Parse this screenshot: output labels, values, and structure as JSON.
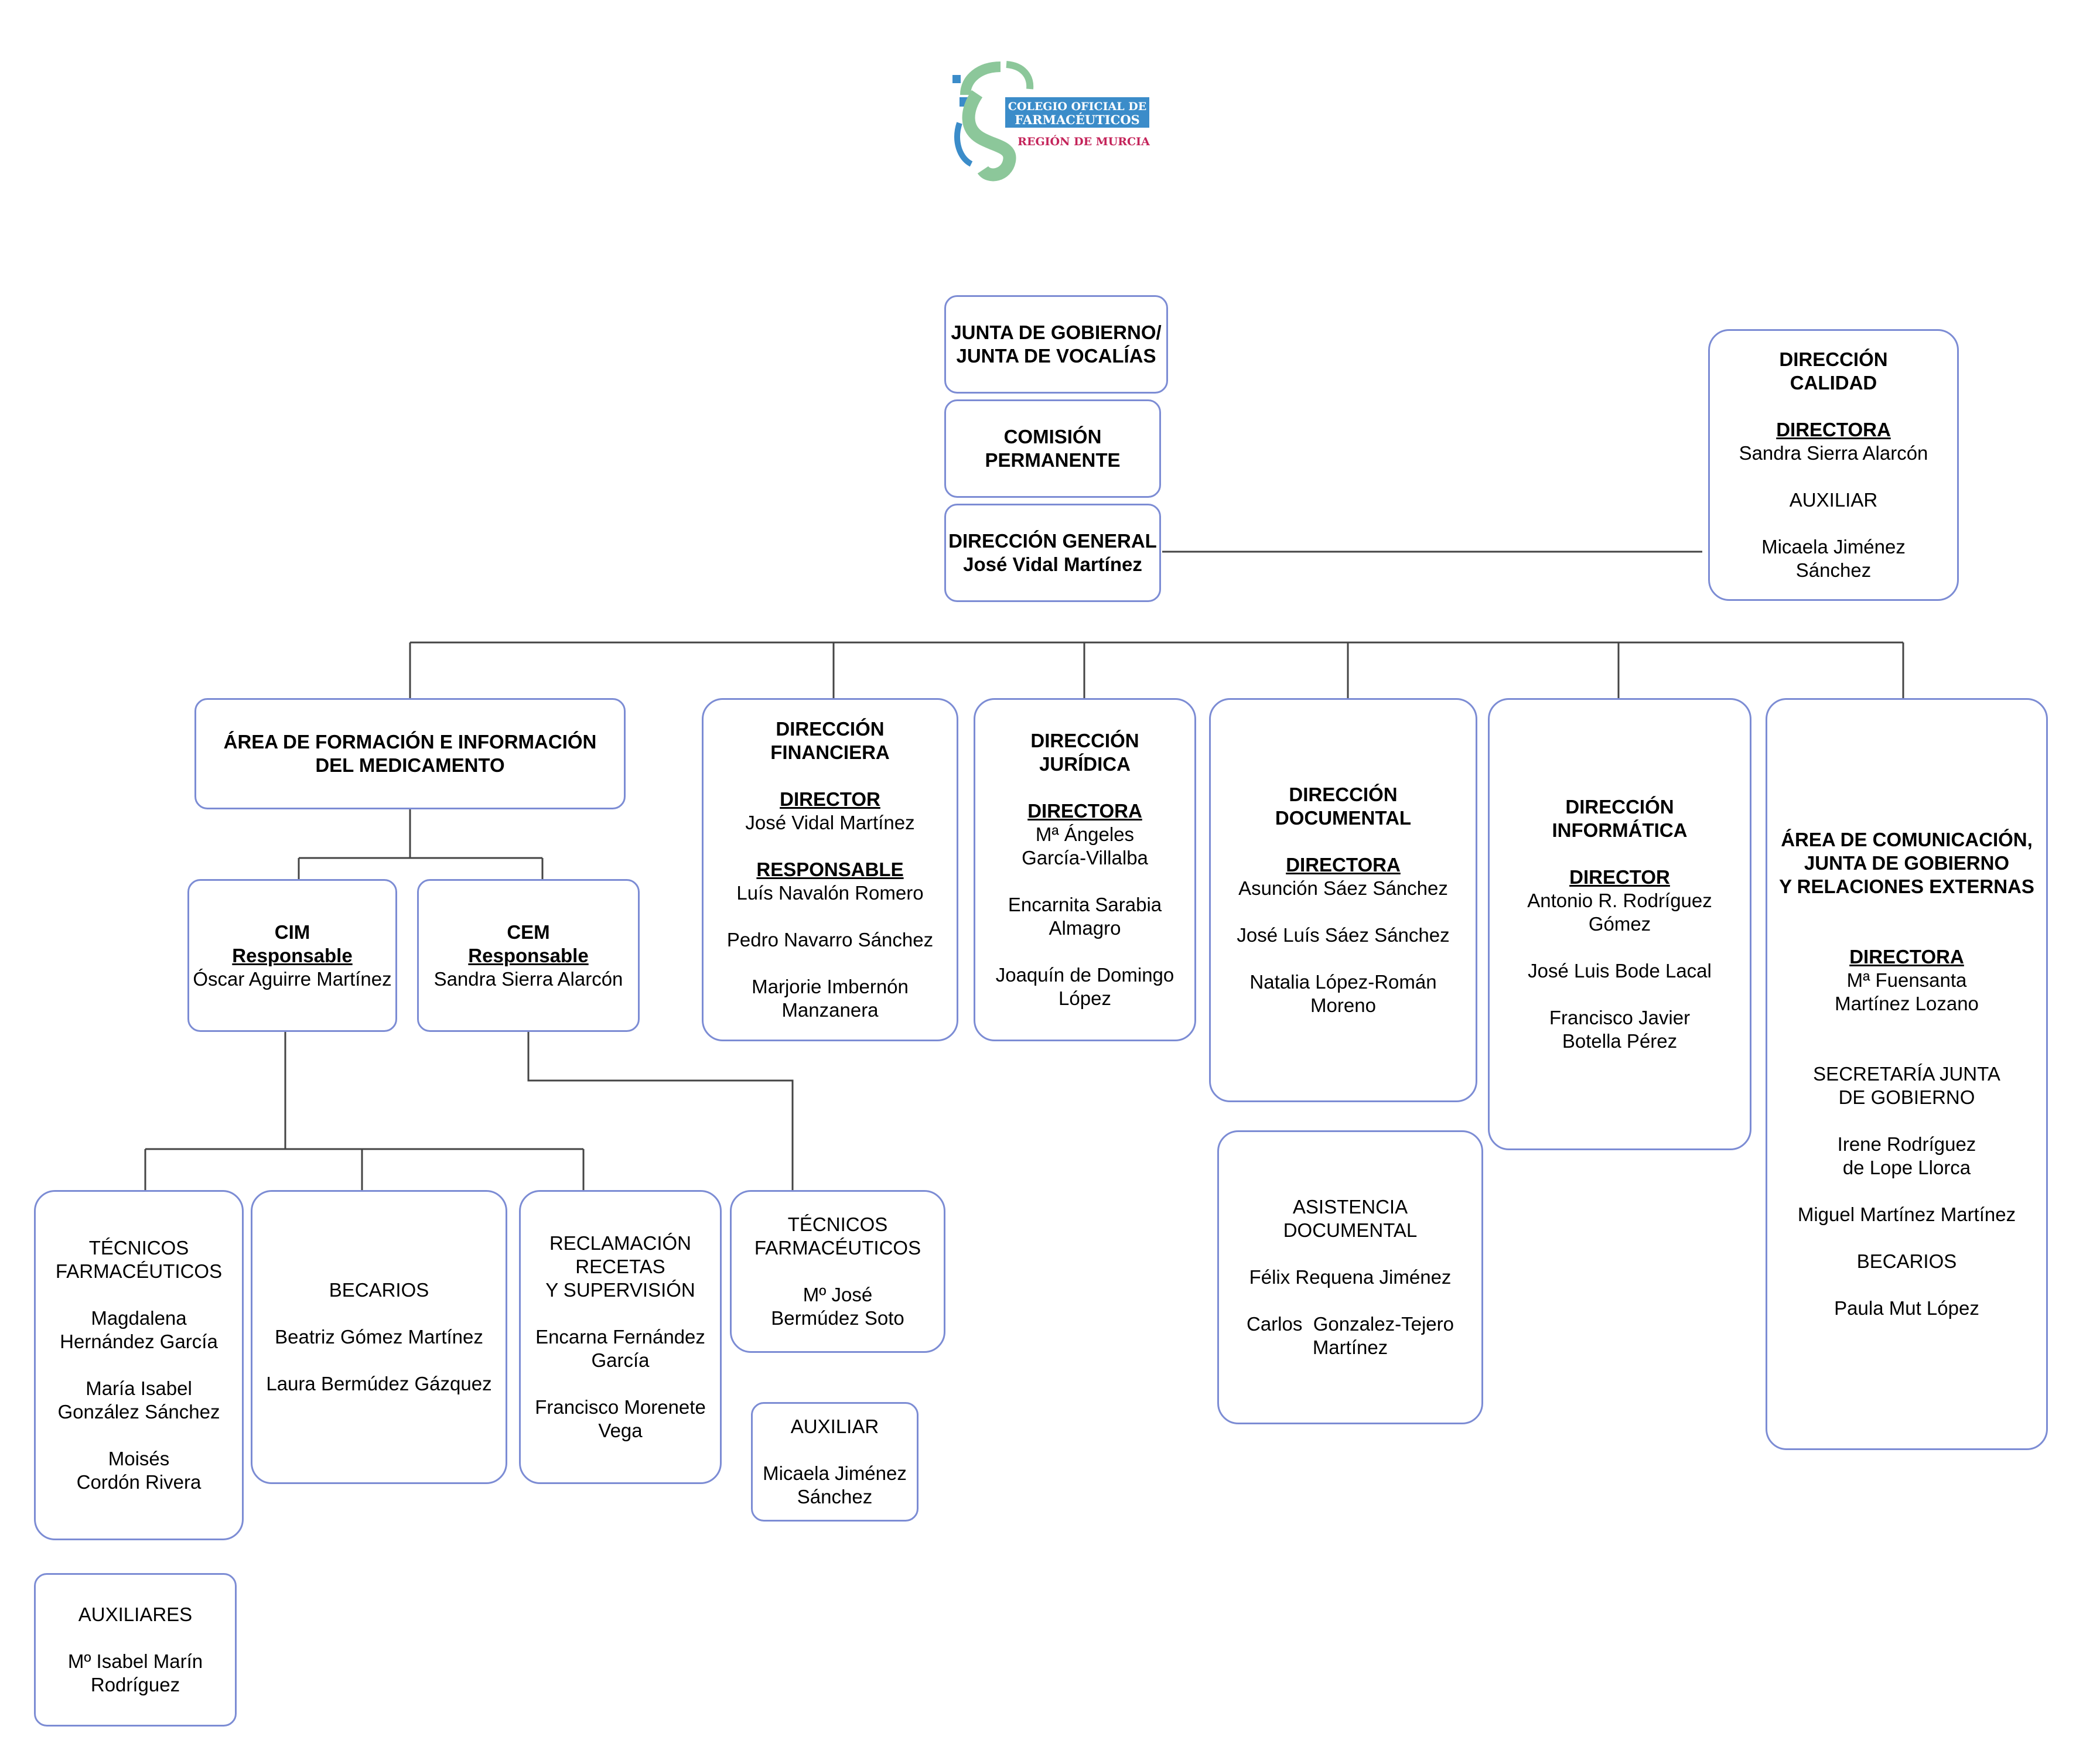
{
  "logo": {
    "line1": "COLEGIO OFICIAL DE",
    "line2": "FARMACÉUTICOS",
    "line3": "REGIÓN DE MURCIA",
    "colors": {
      "blue": "#3b8cc9",
      "green": "#8cc79a",
      "red": "#c4245a"
    }
  },
  "colors": {
    "border": "#7c8cd4",
    "connector": "#444444"
  },
  "nodes": {
    "junta": [
      {
        "t": "JUNTA DE GOBIERNO/",
        "s": "b"
      },
      {
        "t": "JUNTA DE VOCALÍAS",
        "s": "b"
      }
    ],
    "comision": [
      {
        "t": "COMISIÓN",
        "s": "b"
      },
      {
        "t": "PERMANENTE",
        "s": "b"
      }
    ],
    "direccion_general": [
      {
        "t": "DIRECCIÓN GENERAL",
        "s": "b"
      },
      {
        "t": "José Vidal Martínez",
        "s": "b"
      }
    ],
    "direccion_calidad": [
      {
        "t": "DIRECCIÓN",
        "s": "b"
      },
      {
        "t": "CALIDAD",
        "s": "b"
      },
      {
        "gap": true
      },
      {
        "t": "DIRECTORA",
        "s": "bu"
      },
      {
        "t": "Sandra Sierra Alarcón"
      },
      {
        "gap": true
      },
      {
        "t": "AUXILIAR"
      },
      {
        "gap": true
      },
      {
        "t": "Micaela Jiménez"
      },
      {
        "t": "Sánchez"
      }
    ],
    "area_formacion": [
      {
        "t": "ÁREA DE FORMACIÓN E INFORMACIÓN",
        "s": "b"
      },
      {
        "t": "DEL MEDICAMENTO",
        "s": "b"
      }
    ],
    "cim": [
      {
        "t": "CIM",
        "s": "b"
      },
      {
        "t": "Responsable",
        "s": "bu"
      },
      {
        "t": "Óscar Aguirre Martínez"
      }
    ],
    "cem": [
      {
        "t": "CEM",
        "s": "b"
      },
      {
        "t": "Responsable",
        "s": "bu"
      },
      {
        "t": "Sandra Sierra Alarcón"
      }
    ],
    "direccion_financiera": [
      {
        "t": "DIRECCIÓN",
        "s": "b"
      },
      {
        "t": "FINANCIERA",
        "s": "b"
      },
      {
        "gap": true
      },
      {
        "t": "DIRECTOR",
        "s": "bu"
      },
      {
        "t": "José Vidal Martínez"
      },
      {
        "gap": true
      },
      {
        "t": "RESPONSABLE",
        "s": "bu"
      },
      {
        "t": "Luís Navalón Romero"
      },
      {
        "gap": true
      },
      {
        "t": "Pedro Navarro Sánchez"
      },
      {
        "gap": true
      },
      {
        "t": "Marjorie Imbernón"
      },
      {
        "t": "Manzanera"
      }
    ],
    "direccion_juridica": [
      {
        "t": "DIRECCIÓN",
        "s": "b"
      },
      {
        "t": "JURÍDICA",
        "s": "b"
      },
      {
        "gap": true
      },
      {
        "t": "DIRECTORA",
        "s": "bu"
      },
      {
        "t": "Mª Ángeles"
      },
      {
        "t": "García-Villalba"
      },
      {
        "gap": true
      },
      {
        "t": "Encarnita Sarabia"
      },
      {
        "t": "Almagro"
      },
      {
        "gap": true
      },
      {
        "t": "Joaquín de Domingo"
      },
      {
        "t": "López"
      }
    ],
    "direccion_documental": [
      {
        "t": "DIRECCIÓN",
        "s": "b"
      },
      {
        "t": "DOCUMENTAL",
        "s": "b"
      },
      {
        "gap": true
      },
      {
        "t": "DIRECTORA",
        "s": "bu"
      },
      {
        "t": "Asunción Sáez Sánchez"
      },
      {
        "gap": true
      },
      {
        "t": "José Luís Sáez Sánchez"
      },
      {
        "gap": true
      },
      {
        "t": "Natalia López-Román"
      },
      {
        "t": "Moreno"
      }
    ],
    "direccion_informatica": [
      {
        "t": "DIRECCIÓN",
        "s": "b"
      },
      {
        "t": "INFORMÁTICA",
        "s": "b"
      },
      {
        "gap": true
      },
      {
        "t": "DIRECTOR",
        "s": "bu"
      },
      {
        "t": "Antonio R. Rodríguez"
      },
      {
        "t": "Gómez"
      },
      {
        "gap": true
      },
      {
        "t": "José Luis Bode Lacal"
      },
      {
        "gap": true
      },
      {
        "t": "Francisco Javier"
      },
      {
        "t": "Botella Pérez"
      }
    ],
    "area_comunicacion": [
      {
        "t": "ÁREA DE COMUNICACIÓN,",
        "s": "b"
      },
      {
        "t": "JUNTA DE GOBIERNO",
        "s": "b"
      },
      {
        "t": "Y RELACIONES EXTERNAS",
        "s": "b"
      },
      {
        "gap": true
      },
      {
        "gap": true
      },
      {
        "t": "DIRECTORA",
        "s": "bu"
      },
      {
        "t": "Mª Fuensanta"
      },
      {
        "t": "Martínez Lozano"
      },
      {
        "gap": true
      },
      {
        "gap": true
      },
      {
        "t": "SECRETARÍA JUNTA"
      },
      {
        "t": "DE GOBIERNO"
      },
      {
        "gap": true
      },
      {
        "t": "Irene Rodríguez"
      },
      {
        "t": "de Lope Llorca"
      },
      {
        "gap": true
      },
      {
        "t": "Miguel Martínez Martínez"
      },
      {
        "gap": true
      },
      {
        "t": "BECARIOS"
      },
      {
        "gap": true
      },
      {
        "t": "Paula Mut López"
      }
    ],
    "tecnicos_cim": [
      {
        "t": "TÉCNICOS"
      },
      {
        "t": "FARMACÉUTICOS"
      },
      {
        "gap": true
      },
      {
        "t": "Magdalena"
      },
      {
        "t": "Hernández García"
      },
      {
        "gap": true
      },
      {
        "t": "María Isabel"
      },
      {
        "t": "González Sánchez"
      },
      {
        "gap": true
      },
      {
        "t": "Moisés"
      },
      {
        "t": "Cordón Rivera"
      }
    ],
    "becarios": [
      {
        "t": "BECARIOS"
      },
      {
        "gap": true
      },
      {
        "t": "Beatriz Gómez Martínez"
      },
      {
        "gap": true
      },
      {
        "t": "Laura Bermúdez Gázquez"
      }
    ],
    "reclamacion": [
      {
        "t": "RECLAMACIÓN"
      },
      {
        "t": "RECETAS"
      },
      {
        "t": "Y SUPERVISIÓN"
      },
      {
        "gap": true
      },
      {
        "t": "Encarna Fernández"
      },
      {
        "t": "García"
      },
      {
        "gap": true
      },
      {
        "t": "Francisco Morenete"
      },
      {
        "t": "Vega"
      }
    ],
    "tecnicos_cem": [
      {
        "t": "TÉCNICOS"
      },
      {
        "t": "FARMACÉUTICOS"
      },
      {
        "gap": true
      },
      {
        "t": "Mº José"
      },
      {
        "t": "Bermúdez Soto"
      }
    ],
    "auxiliar_cem": [
      {
        "t": "AUXILIAR"
      },
      {
        "gap": true
      },
      {
        "t": "Micaela Jiménez"
      },
      {
        "t": "Sánchez"
      }
    ],
    "asistencia_documental": [
      {
        "t": "ASISTENCIA"
      },
      {
        "t": "DOCUMENTAL"
      },
      {
        "gap": true
      },
      {
        "t": "Félix Requena Jiménez"
      },
      {
        "gap": true
      },
      {
        "t": "Carlos  Gonzalez-Tejero"
      },
      {
        "t": "Martínez"
      }
    ],
    "auxiliares": [
      {
        "t": "AUXILIARES"
      },
      {
        "gap": true
      },
      {
        "t": "Mº Isabel Marín"
      },
      {
        "t": "Rodríguez"
      }
    ]
  }
}
